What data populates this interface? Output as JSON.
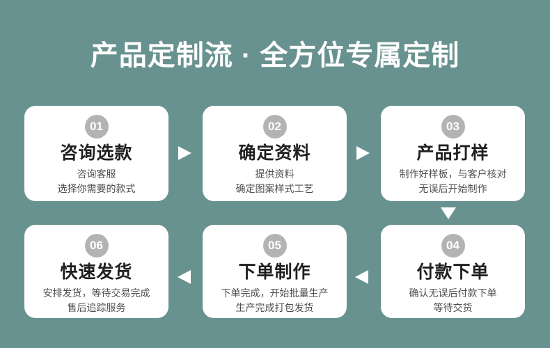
{
  "title": "产品定制流 · 全方位专属定制",
  "colors": {
    "background": "#68928F",
    "card": "#ffffff",
    "badge": "#b3b3b3",
    "badge_text": "#ffffff",
    "title_text": "#ffffff",
    "card_title_text": "#1f1f1f",
    "card_desc_text": "#4f4f4f",
    "arrow": "#ffffff"
  },
  "icons": {
    "forward": "triangle-right",
    "backward": "triangle-left",
    "downward": "triangle-down"
  },
  "steps": [
    {
      "number": "01",
      "title": "咨询选款",
      "desc": [
        "咨询客服",
        "选择你需要的款式"
      ]
    },
    {
      "number": "02",
      "title": "确定资料",
      "desc": [
        "提供资料",
        "确定图案样式工艺"
      ]
    },
    {
      "number": "03",
      "title": "产品打样",
      "desc": [
        "制作好样板，与客户核对",
        "无误后开始制作"
      ]
    },
    {
      "number": "04",
      "title": "付款下单",
      "desc": [
        "确认无误后付款下单",
        "等待交货"
      ]
    },
    {
      "number": "05",
      "title": "下单制作",
      "desc": [
        "下单完成，开始批量生产",
        "生产完成打包发货"
      ]
    },
    {
      "number": "06",
      "title": "快速发货",
      "desc": [
        "安排发货，等待交易完成",
        "售后追踪服务"
      ]
    }
  ]
}
